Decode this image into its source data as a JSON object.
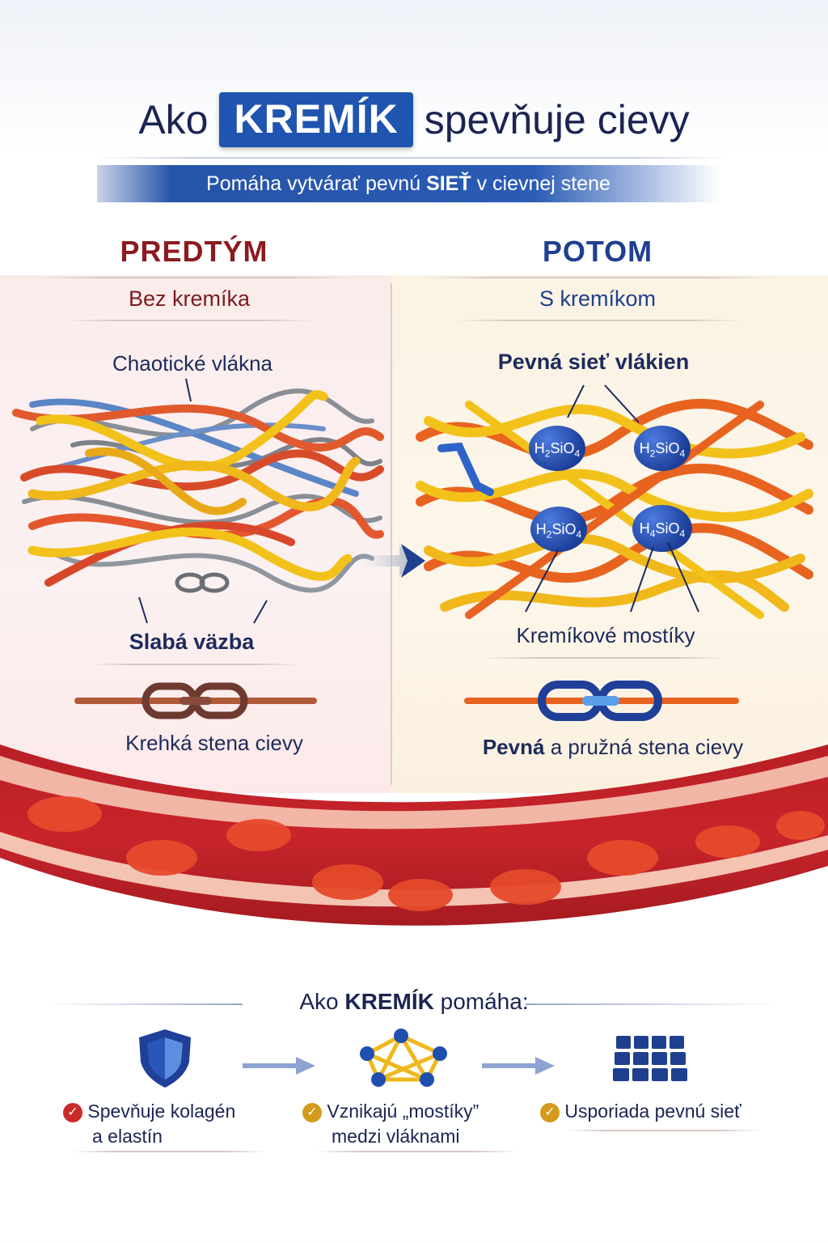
{
  "header": {
    "title_pre": "Ako",
    "title_badge": "KREMÍK",
    "title_post": "spevňuje cievy",
    "subtitle_pre": "Pomáha vytvárať pevnú",
    "subtitle_bold": "SIEŤ",
    "subtitle_post": "v cievnej stene"
  },
  "left": {
    "heading": "PREDTÝM",
    "subheading": "Bez kremíka",
    "label_fibers": "Chaotické vlákna",
    "label_bond": "Slabá väzba",
    "label_wall": "Krehká stena cievy"
  },
  "right": {
    "heading": "POTOM",
    "subheading": "S kremíkom",
    "label_network": "Pevná sieť vlákien",
    "label_bridges": "Kremíkové mostíky",
    "label_wall_bold": "Pevná",
    "label_wall_rest": "a pružná stena cievy",
    "molecules": [
      "H2SiO4",
      "H2SiO4",
      "H2SiO4",
      "H4SiO4"
    ]
  },
  "bottom": {
    "title_pre": "Ako",
    "title_bold": "KREMÍK",
    "title_post": "pomáha:",
    "benefits": [
      {
        "line1": "Spevňuje kolagén",
        "line2": "a elastín"
      },
      {
        "line1": "Vznikajú „mostíky”",
        "line2": "medzi vláknami"
      },
      {
        "line1": "Usporiada pevnú sieť",
        "line2": ""
      }
    ]
  },
  "colors": {
    "accent_blue": "#1f54b0",
    "before_red": "#8b1a1f",
    "after_blue": "#1f3f8f",
    "fiber_orange": "#e4572e",
    "fiber_yellow": "#f2c21b",
    "vessel_red": "#c8242b"
  },
  "icons": [
    "shield-icon",
    "molecule-network-icon",
    "grid-icon",
    "check-icon",
    "arrow-right-icon"
  ]
}
